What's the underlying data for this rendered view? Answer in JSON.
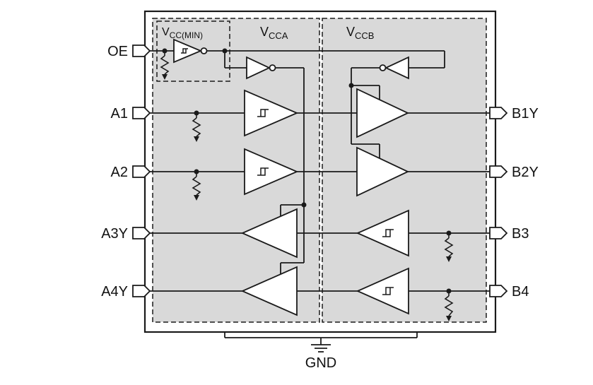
{
  "diagram": {
    "type": "functional-block-diagram",
    "colors": {
      "background": "#ffffff",
      "region_fill": "#d9d9d9",
      "line": "#1a1a1a",
      "shape_fill": "#ffffff"
    },
    "regions": {
      "vcc_min": {
        "base": "V",
        "sub": "CC(MIN)"
      },
      "vcca": {
        "base": "V",
        "sub": "CCA"
      },
      "vccb": {
        "base": "V",
        "sub": "CCB"
      }
    },
    "pins_left": [
      {
        "label": "OE"
      },
      {
        "label": "A1"
      },
      {
        "label": "A2"
      },
      {
        "label": "A3Y"
      },
      {
        "label": "A4Y"
      }
    ],
    "pins_right": [
      {
        "label": "B1Y"
      },
      {
        "label": "B2Y"
      },
      {
        "label": "B3"
      },
      {
        "label": "B4"
      }
    ],
    "ground": {
      "label": "GND"
    }
  }
}
